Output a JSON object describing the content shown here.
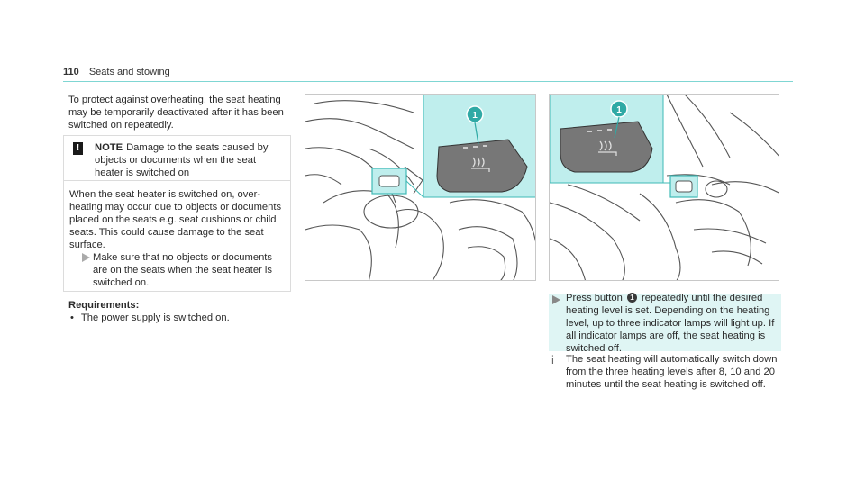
{
  "header": {
    "page_number": "110",
    "section": "Seats and stowing"
  },
  "intro": "To protect against overheating, the seat heating may be temporarily deactivated after it has been switched on repeatedly.",
  "note": {
    "warn_symbol": "!",
    "label": "NOTE",
    "title": "Damage to the seats caused by objects or documents when the seat heater is switched on",
    "body": "When the seat heater is switched on, over-heating may occur due to objects or documents placed on the seats e.g. seat cushions or child seats. This could cause damage to the seat surface.",
    "step": "Make sure that no objects or documents are on the seats when the seat heater is switched on."
  },
  "requirements": {
    "title": "Requirements:",
    "items": [
      "The power supply is switched on."
    ]
  },
  "figures": {
    "callout": "1"
  },
  "instruction": {
    "before": "Press button",
    "badge": "1",
    "after": "repeatedly until the desired heating level is set. Depending on the heating level, up to three indicator lamps will light up. If all indicator lamps are off, the seat heating is switched off."
  },
  "info": {
    "icon": "i",
    "text": "The seat heating will automatically switch down from the three heating levels after 8, 10 and 20 minutes until the seat heating is switched off."
  },
  "colors": {
    "accent": "#7fd6d3",
    "highlight": "#bfeeed",
    "step_bg": "#dff5f4"
  }
}
